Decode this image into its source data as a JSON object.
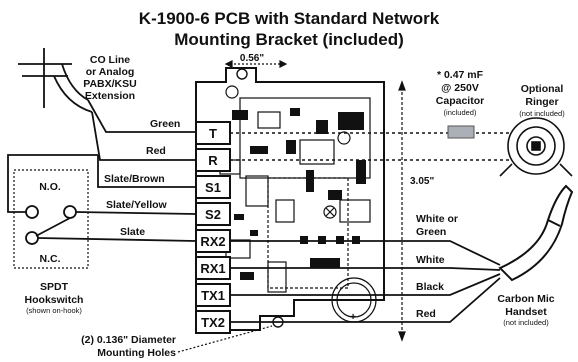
{
  "title": {
    "line1": "K-1900-6 PCB with Standard Network",
    "line2": "Mounting Bracket (included)"
  },
  "co_line": {
    "line1": "CO Line",
    "line2": "or Analog",
    "line3": "PABX/KSU",
    "line4": "Extension"
  },
  "capacitor": {
    "line1": "* 0.47 mF",
    "line2": "@ 250V",
    "line3": "Capacitor",
    "note": "(included)"
  },
  "ringer": {
    "line1": "Optional",
    "line2": "Ringer",
    "note": "(not included)"
  },
  "dimensions": {
    "width": "0.56\"",
    "height": "3.05\""
  },
  "terminals": [
    "T",
    "R",
    "S1",
    "S2",
    "RX2",
    "RX1",
    "TX1",
    "TX2"
  ],
  "wires": {
    "green": "Green",
    "red_line": "Red",
    "slate_brown": "Slate/Brown",
    "slate_yellow": "Slate/Yellow",
    "slate": "Slate",
    "white_or_green_1": "White or",
    "white_or_green_2": "Green",
    "white": "White",
    "black": "Black",
    "red_handset": "Red"
  },
  "hookswitch": {
    "no": "N.O.",
    "nc": "N.C.",
    "title1": "SPDT",
    "title2": "Hookswitch",
    "note": "(shown on-hook)"
  },
  "handset": {
    "line1": "Carbon Mic",
    "line2": "Handset",
    "note": "(not included)"
  },
  "holes": {
    "line1": "(2) 0.136\" Diameter",
    "line2": "Mounting Holes"
  }
}
